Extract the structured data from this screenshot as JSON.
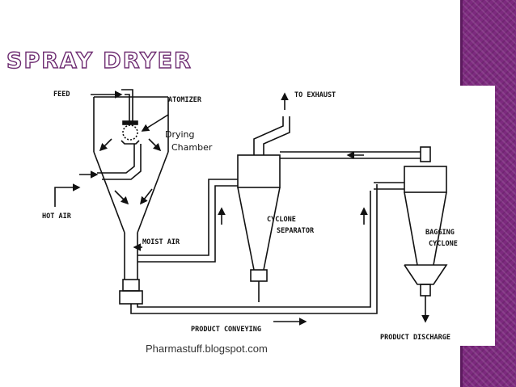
{
  "slide": {
    "title": "SPRAY DRYER",
    "watermark": "Pharmastuff.blogspot.com",
    "colors": {
      "accent": "#7d2a7f",
      "title_outline": "#6c2a70",
      "diagram_ink": "#111111"
    }
  },
  "diagram": {
    "labels": {
      "feed": "FEED",
      "atomizer": "ATOMIZER",
      "drying": "Drying",
      "chamber": "Chamber",
      "to_exhaust": "TO EXHAUST",
      "hot_air": "HOT AIR",
      "moist_air": "MOIST AIR",
      "cyclone_1": "CYCLONE",
      "separator": "SEPARATOR",
      "bagging": "BAGGING",
      "cyclone_2": "CYCLONE",
      "product_conveying": "PRODUCT CONVEYING",
      "product_discharge": "PRODUCT DISCHARGE"
    }
  }
}
